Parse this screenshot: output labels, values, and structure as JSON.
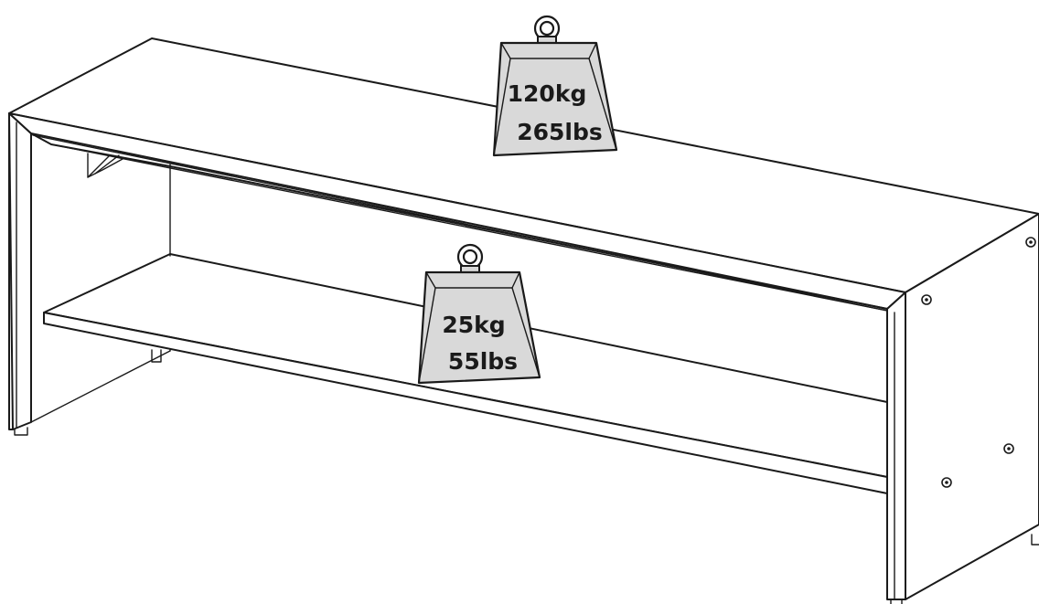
{
  "weights": {
    "top": {
      "kg_label": "120kg",
      "lbs_label": "265lbs"
    },
    "shelf": {
      "kg_label": "25kg",
      "lbs_label": "55lbs"
    }
  }
}
